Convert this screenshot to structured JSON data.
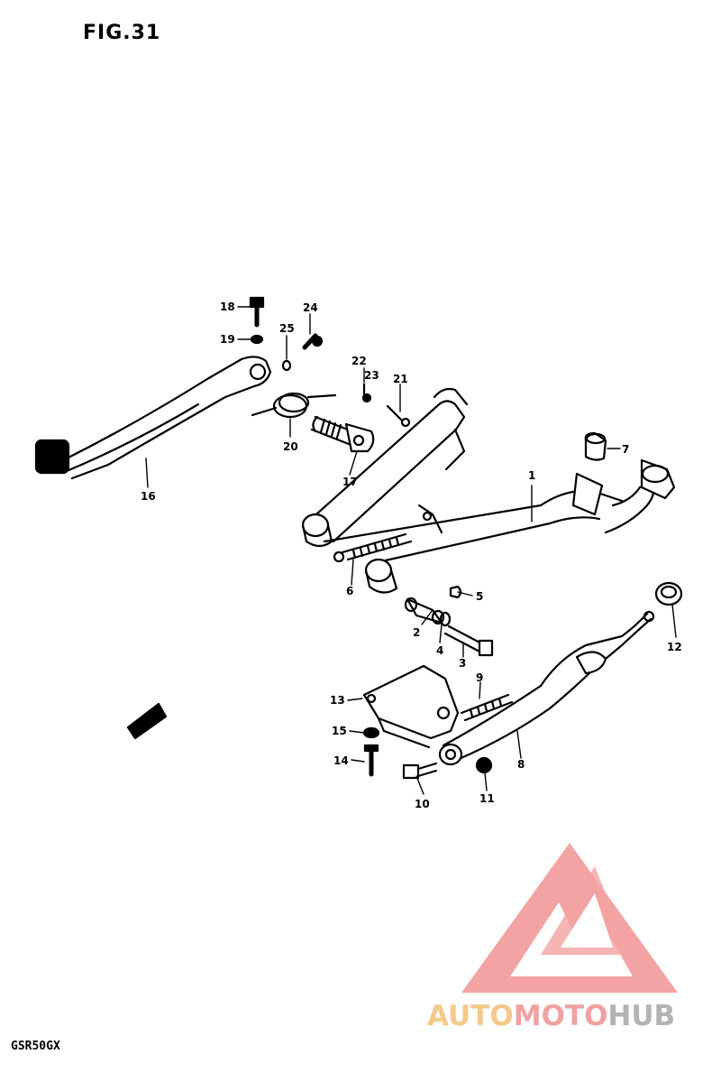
{
  "figure": {
    "title": "FIG.31",
    "model": "GSR50GX"
  },
  "callouts": [
    {
      "id": "c1",
      "label": "1"
    },
    {
      "id": "c2",
      "label": "2"
    },
    {
      "id": "c3",
      "label": "3"
    },
    {
      "id": "c4",
      "label": "4"
    },
    {
      "id": "c5",
      "label": "5"
    },
    {
      "id": "c6",
      "label": "6"
    },
    {
      "id": "c7",
      "label": "7"
    },
    {
      "id": "c8",
      "label": "8"
    },
    {
      "id": "c9",
      "label": "9"
    },
    {
      "id": "c10",
      "label": "10"
    },
    {
      "id": "c11",
      "label": "11"
    },
    {
      "id": "c12",
      "label": "12"
    },
    {
      "id": "c13",
      "label": "13"
    },
    {
      "id": "c14",
      "label": "14"
    },
    {
      "id": "c15",
      "label": "15"
    },
    {
      "id": "c16",
      "label": "16"
    },
    {
      "id": "c17",
      "label": "17"
    },
    {
      "id": "c18",
      "label": "18"
    },
    {
      "id": "c19",
      "label": "19"
    },
    {
      "id": "c20",
      "label": "20"
    },
    {
      "id": "c21",
      "label": "21"
    },
    {
      "id": "c22",
      "label": "22"
    },
    {
      "id": "c23",
      "label": "23"
    },
    {
      "id": "c24",
      "label": "24"
    },
    {
      "id": "c25",
      "label": "25"
    }
  ],
  "watermark": {
    "part1": "AUTO",
    "part2": "MOTO",
    "part3": "HUB",
    "colors": {
      "auto": "#f5c98a",
      "moto": "#f2a1a1",
      "hub": "#b3b3b3",
      "logo": "#f29a9a"
    }
  }
}
